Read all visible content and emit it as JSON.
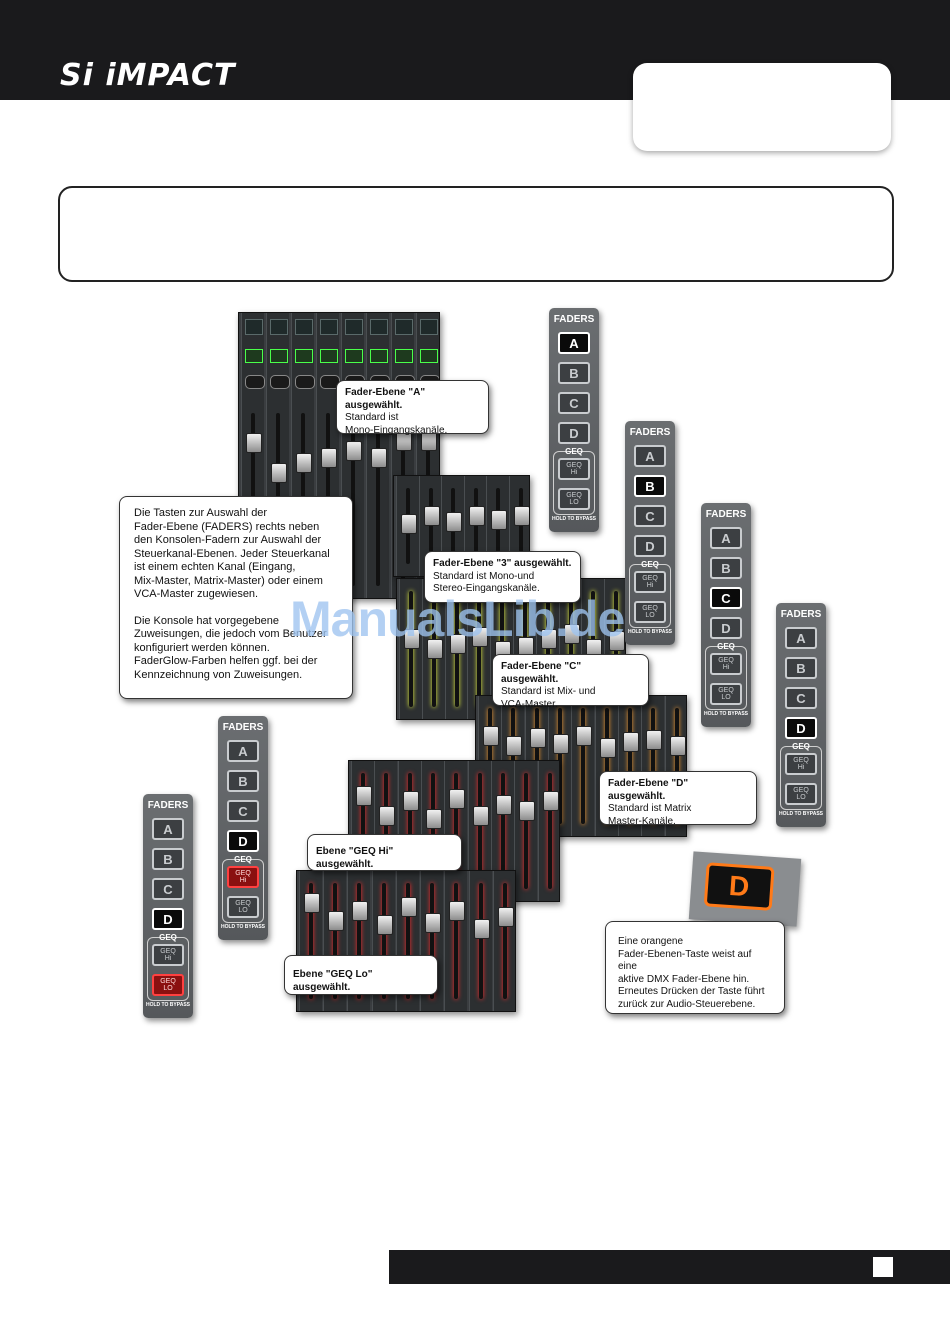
{
  "header": {
    "logo": "Si iMPACT"
  },
  "watermark": "ManualsLib.de",
  "colors": {
    "bar": "#1a1a1c",
    "active_button": "#000000",
    "geq_red": "#8a1010",
    "orange_key": "#ff7a18",
    "watermark": "#9ec4f0"
  },
  "fader_panel": {
    "header": "FADERS",
    "buttons": [
      "A",
      "B",
      "C",
      "D"
    ],
    "geq_label": "GEQ",
    "geq_hi": [
      "GEQ",
      "Hi"
    ],
    "geq_lo": [
      "GEQ",
      "LO"
    ],
    "hold": "HOLD TO BYPASS"
  },
  "callouts": {
    "layer_a": {
      "title": "Fader-Ebene \"A\" ausgewählt.",
      "lines": [
        "Standard ist",
        "Mono-Eingangskanäle."
      ]
    },
    "layer_b": {
      "title": "Fader-Ebene \"3\" ausgewählt.",
      "lines": [
        "Standard ist Mono-und",
        "Stereo-Eingangskanäle."
      ]
    },
    "layer_c": {
      "title": "Fader-Ebene \"C\" ausgewählt.",
      "lines": [
        "Standard ist Mix- und",
        "VCA-Master."
      ]
    },
    "layer_d": {
      "title": "Fader-Ebene \"D\" ausgewählt.",
      "lines": [
        "Standard ist Matrix",
        "Master-Kanäle."
      ]
    },
    "geq_hi": {
      "title": "Ebene \"GEQ Hi\" ausgewählt."
    },
    "geq_lo": {
      "title": "Ebene \"GEQ Lo\" ausgewählt."
    },
    "main": {
      "para1": [
        "Die Tasten zur Auswahl der",
        "Fader-Ebene (FADERS) rechts neben",
        "den Konsolen-Fadern zur Auswahl der",
        "Steuerkanal-Ebenen. Jeder Steuerkanal",
        "ist einem echten Kanal (Eingang,",
        "Mix-Master, Matrix-Master) oder einem",
        "VCA-Master zugewiesen."
      ],
      "para2": [
        "Die Konsole hat vorgegebene",
        "Zuweisungen, die jedoch vom Benutzer",
        "konfiguriert werden können.",
        "FaderGlow-Farben helfen ggf. bei der",
        "Kennzeichnung von Zuweisungen."
      ]
    },
    "orange": {
      "lines": [
        "Eine orangene",
        "Fader-Ebenen-Taste weist auf eine",
        "aktive DMX Fader-Ebene hin.",
        "Erneutes Drücken der Taste führt",
        "zurück zur Audio-Steuerebene."
      ]
    }
  },
  "dmx_key": {
    "label": "D"
  }
}
